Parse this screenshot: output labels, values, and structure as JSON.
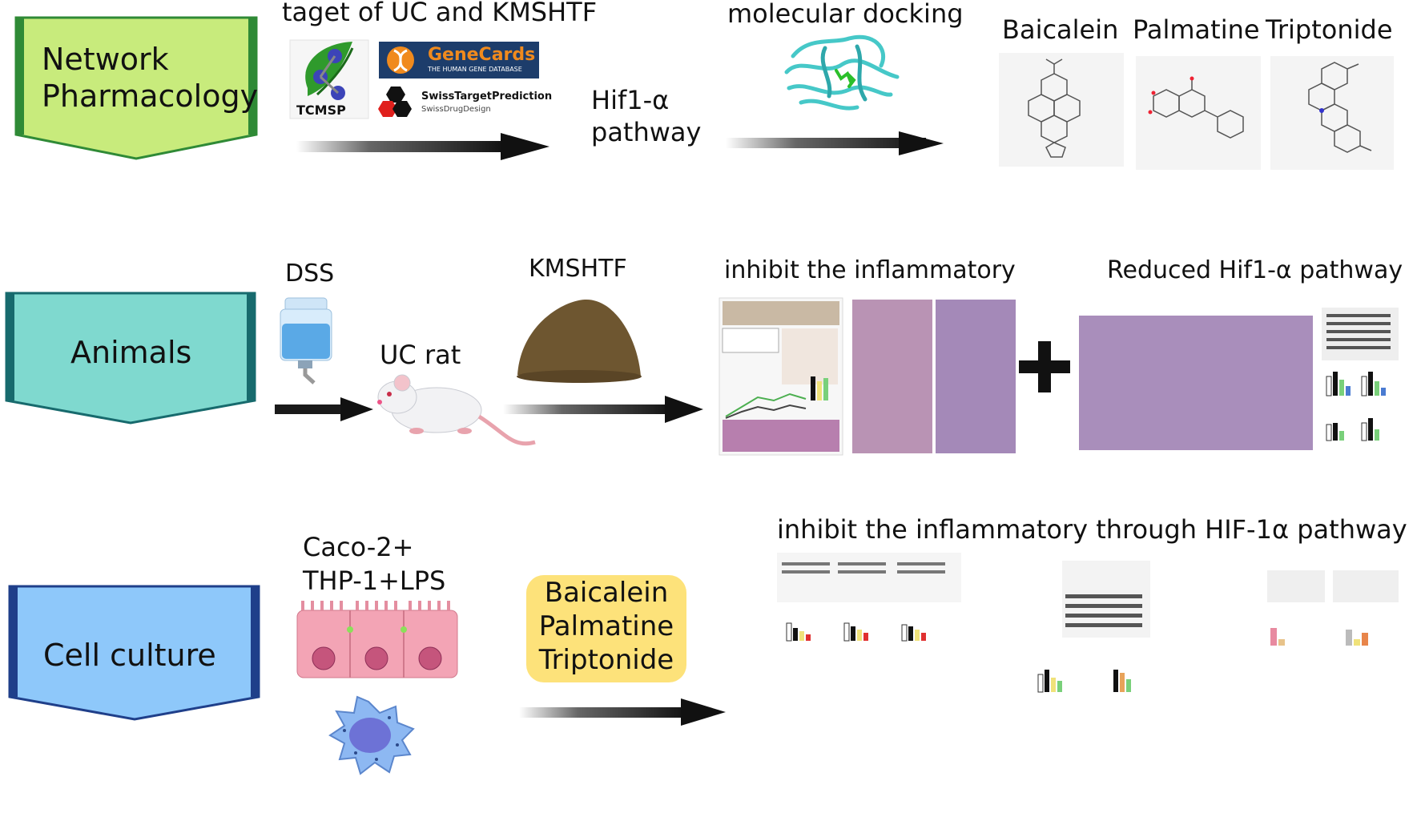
{
  "colors": {
    "network": "#c8eb7c",
    "network_edge": "#2f8a36",
    "animals": "#7fd9cf",
    "animals_edge": "#176a6d",
    "cell": "#8ec8fa",
    "cell_edge": "#1f3f8a",
    "arrow": "#1a1a1a",
    "drug_box": "#fde27a",
    "kmshtf_powder": "#6e5630",
    "cell_pink": "#f3a4b5",
    "thp1": "#8db8f2"
  },
  "row1": {
    "label_line1": "Network",
    "label_line2": "Pharmacology",
    "databases_heading": "taget of UC and KMSHTF",
    "tcmsp": "TCMSP",
    "genecards": "GeneCards",
    "genecards_sub": "THE HUMAN GENE DATABASE",
    "swiss": "SwissTargetPrediction",
    "swiss_sub": "SwissDrugDesign",
    "pathway_line1": "Hif1-α",
    "pathway_line2": "pathway",
    "docking": "molecular docking",
    "compounds": [
      "Baicalein",
      "Palmatine",
      "Triptonide"
    ]
  },
  "row2": {
    "label": "Animals",
    "dss": "DSS",
    "uc_rat": "UC rat",
    "kmshtf": "KMSHTF",
    "result1": "inhibit the inflammatory",
    "result2": "Reduced Hif1-α pathway"
  },
  "row3": {
    "label": "Cell culture",
    "model_line1": "Caco-2+",
    "model_line2": "THP-1+LPS",
    "drugs": [
      "Baicalein",
      "Palmatine",
      "Triptonide"
    ],
    "result": "inhibit the inflammatory through HIF-1α pathway"
  }
}
